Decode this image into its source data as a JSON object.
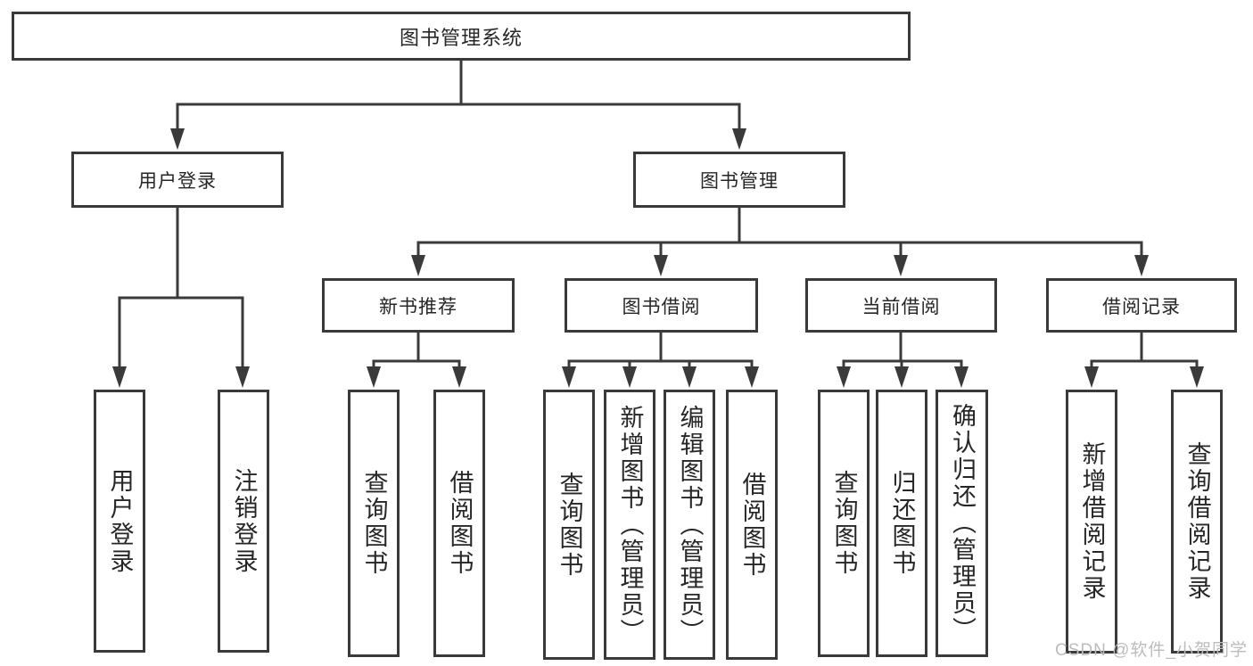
{
  "colors": {
    "line": "#3a3a3a",
    "box_border": "#3a3a3a",
    "text": "#262626",
    "background": "#ffffff",
    "watermark_text": "#bcbcbc"
  },
  "watermark": {
    "text": "CSDN @软件_小贺同学"
  },
  "tree": {
    "label": "图书管理系统",
    "children": [
      {
        "label": "用户登录",
        "children": [
          {
            "label": "用户登录"
          },
          {
            "label": "注销登录"
          }
        ]
      },
      {
        "label": "图书管理",
        "children": [
          {
            "label": "新书推荐",
            "children": [
              {
                "label": "查询图书"
              },
              {
                "label": "借阅图书"
              }
            ]
          },
          {
            "label": "图书借阅",
            "children": [
              {
                "label": "查询图书"
              },
              {
                "label": "新增图书（管理员）"
              },
              {
                "label": "编辑图书（管理员）"
              },
              {
                "label": "借阅图书"
              }
            ]
          },
          {
            "label": "当前借阅",
            "children": [
              {
                "label": "查询图书"
              },
              {
                "label": "归还图书"
              },
              {
                "label": "确认归还（管理员）"
              }
            ]
          },
          {
            "label": "借阅记录",
            "children": [
              {
                "label": "新增借阅记录"
              },
              {
                "label": "查询借阅记录"
              }
            ]
          }
        ]
      }
    ]
  }
}
